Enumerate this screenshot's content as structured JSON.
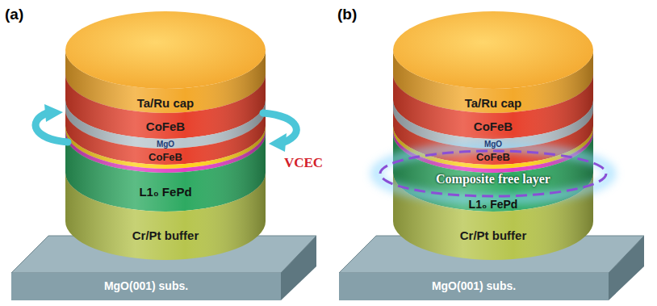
{
  "diagram": {
    "nodes": [
      {
        "text": [
          "Ta/Ru cap"
        ]
      },
      {
        "text": [
          "CoFeB"
        ]
      },
      {
        "text": [
          "MgO"
        ]
      },
      {
        "text": [
          "CoFeB"
        ]
      },
      {
        "text": [
          "L1₀ FePd"
        ]
      },
      {
        "text": [
          "Cr/Pt buffer"
        ]
      },
      {
        "text": [
          "MgO(001) subs."
        ]
      },
      {
        "text": [
          "Ta/Ru cap"
        ]
      },
      {
        "text": [
          "CoFeB"
        ]
      },
      {
        "text": [
          "MgO"
        ]
      },
      {
        "text": [
          "CoFeB"
        ]
      },
      {
        "text": [
          "L1₀ FePd"
        ]
      },
      {
        "text": [
          "Cr/Pt buffer"
        ]
      },
      {
        "text": [
          "MgO(001) subs."
        ]
      },
      {
        "text": [
          "Composite free layer"
        ]
      }
    ],
    "labels": [
      "(a)",
      "VCEC",
      "(b)"
    ]
  }
}
